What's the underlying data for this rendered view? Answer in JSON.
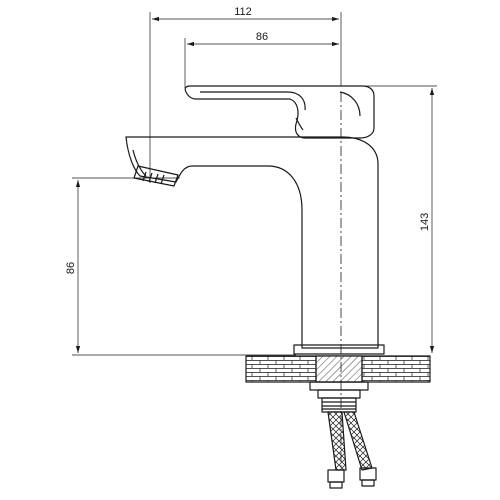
{
  "dimensions": {
    "overall_width": "112",
    "handle_width": "86",
    "total_height": "143",
    "spout_height": "86"
  },
  "colors": {
    "line": "#1a1a1a",
    "background": "#ffffff"
  }
}
